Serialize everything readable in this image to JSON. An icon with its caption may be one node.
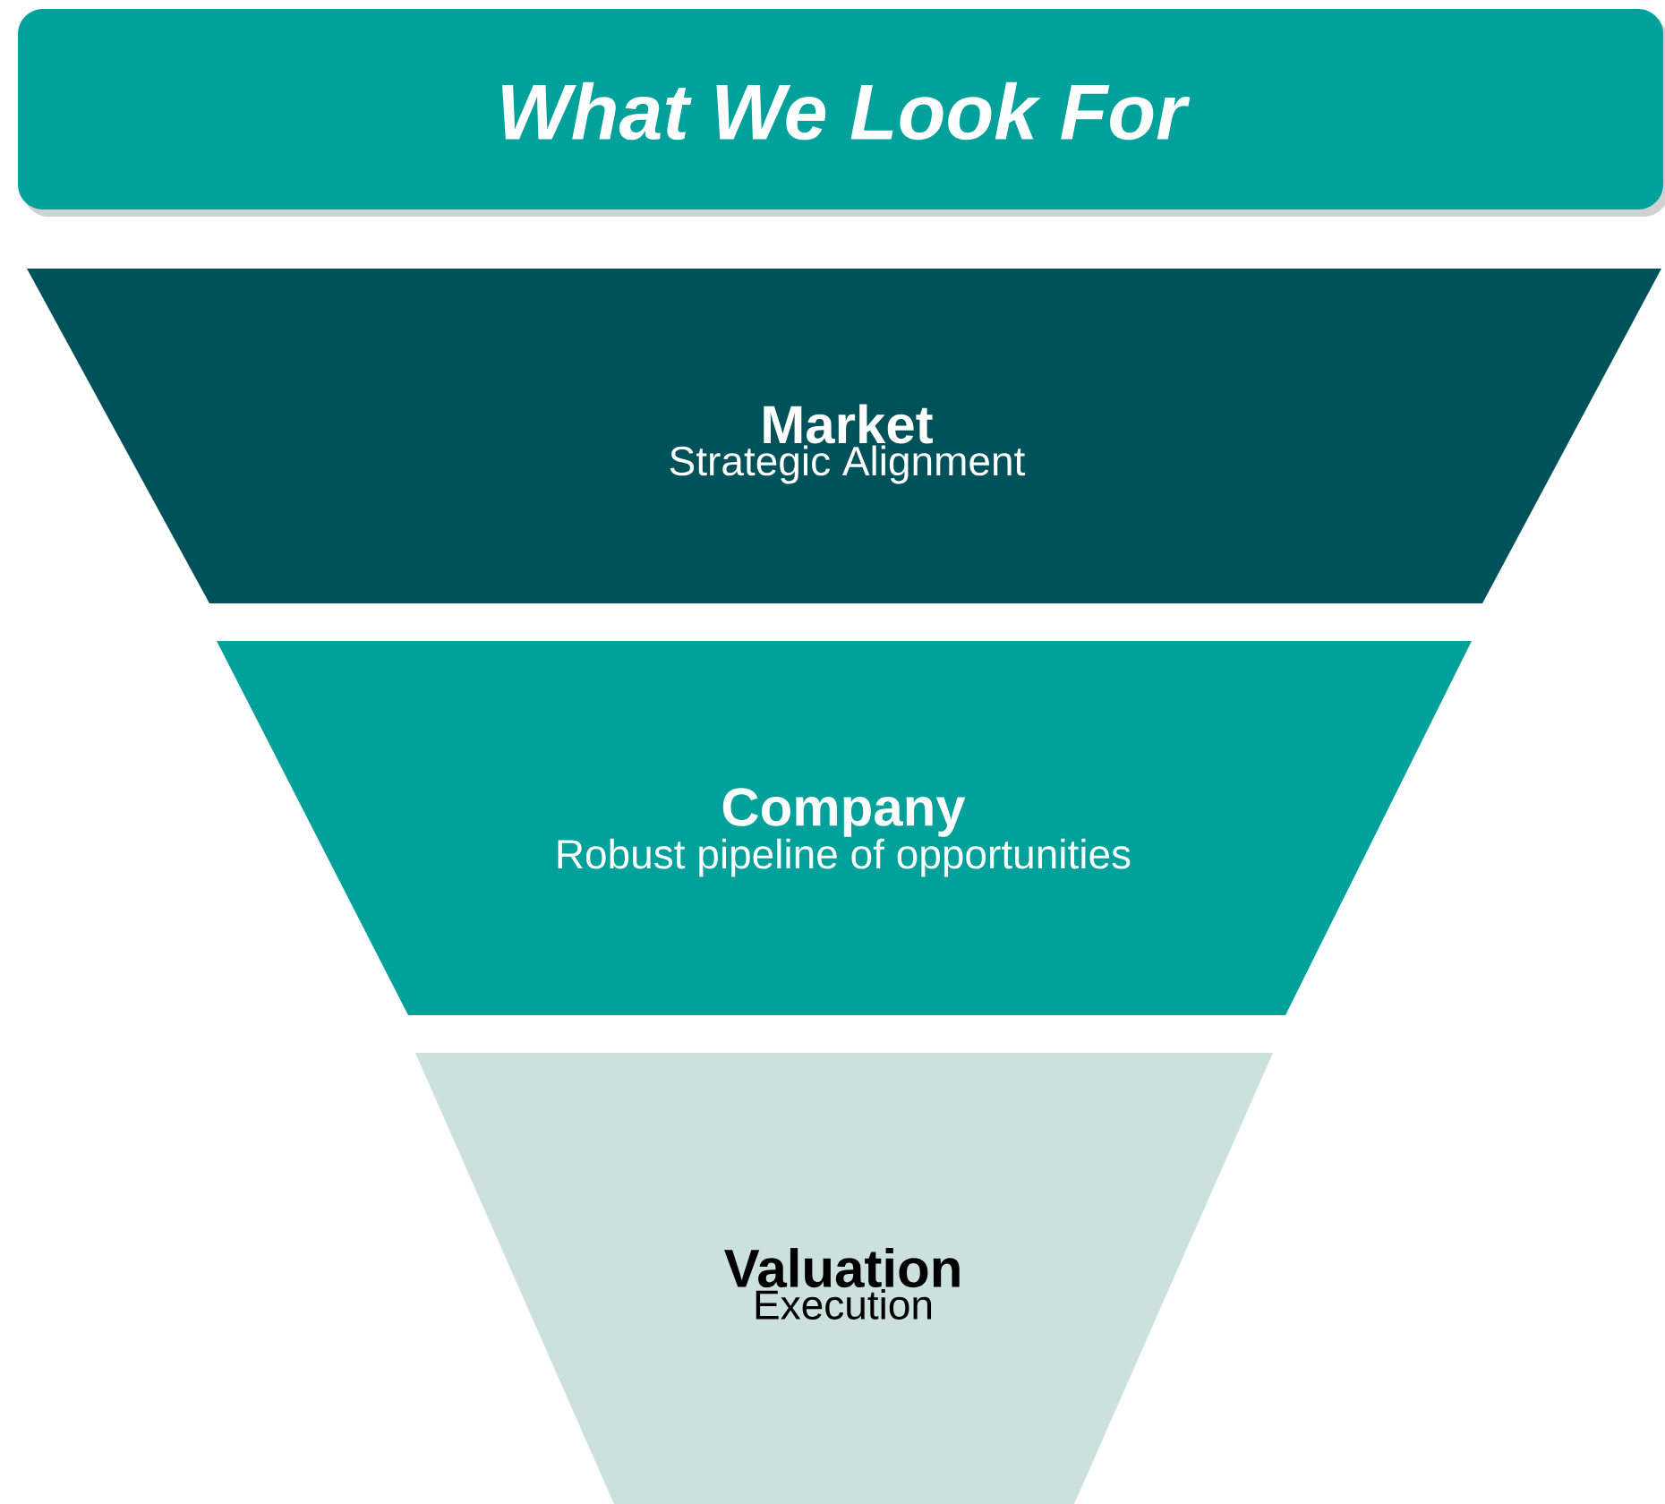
{
  "diagram": {
    "nodes": [
      {
        "text": [
          "What We Look For"
        ]
      },
      {
        "text": [
          "Market",
          "Strategic Alignment"
        ]
      },
      {
        "text": [
          "Company",
          "Robust pipeline of opportunities"
        ]
      },
      {
        "text": [
          "Valuation",
          "Execution"
        ]
      }
    ]
  }
}
